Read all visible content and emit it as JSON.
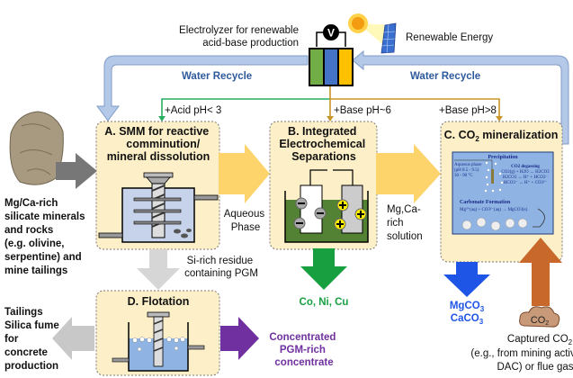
{
  "electrolyzer": {
    "label_line1": "Electrolyzer for renewable",
    "label_line2": "acid-base production",
    "voltmeter": "V"
  },
  "renewable_energy": "Renewable Energy",
  "water_recycle_left": "Water Recycle",
  "water_recycle_right": "Water Recycle",
  "streams": {
    "acid": "+Acid pH< 3",
    "base6": "+Base pH~6",
    "base8": "+Base pH>8"
  },
  "feed": {
    "lines": [
      "Mg/Ca-rich",
      "silicate minerals",
      "and rocks",
      "(e.g. olivine,",
      "serpentine) and",
      "mine tailings"
    ]
  },
  "box_a": {
    "title": [
      "A. SMM for reactive",
      "comminution/",
      "mineral dissolution"
    ]
  },
  "box_b": {
    "title": [
      "B. Integrated",
      "Electrochemical",
      "Separations"
    ]
  },
  "box_c": {
    "title": "C. CO",
    "title_sub": "2",
    "title_rest": " mineralization",
    "precipitation": "Precipitation",
    "aqueous": [
      "Aqueous phase",
      "(pH 8.5 - 9.5)",
      "30 - 90 °C"
    ],
    "degassing": "CO2 degassing",
    "eqs": [
      "CO2(g) + H2O ↔ H2CO3",
      "H2CO3 ↔ H⁺ + HCO3⁻",
      "HCO3⁻ ↔ H⁺ + CO3²⁻"
    ],
    "carbonate_formation": "Carbonate Formation",
    "carbonate_eq": "Mg²⁺(aq) + CO3²⁻(aq) → MgCO3(s)"
  },
  "box_d": {
    "title": "D. Flotation"
  },
  "aqueous_phase": [
    "Aqueous",
    "Phase"
  ],
  "mgca_solution": [
    "Mg,Ca-",
    "rich",
    "solution"
  ],
  "si_residue": [
    "Si-rich residue",
    "containing PGM"
  ],
  "metals": "Co, Ni, Cu",
  "carbonates": {
    "line1": "MgCO",
    "line1_sub": "3",
    "line2": "CaCO",
    "line2_sub": "3"
  },
  "co2_cloud": {
    "text": "CO",
    "sub": "2"
  },
  "captured": {
    "line1": "Captured CO",
    "line1_sub": "2",
    "lines": [
      "(e.g., from mining activities,",
      "DAC) or flue gas"
    ]
  },
  "tailings": [
    "Tailings",
    "Silica fume",
    "for",
    "concrete",
    "production"
  ],
  "pgm": [
    "Concentrated",
    "PGM-rich",
    "concentrate"
  ],
  "colors": {
    "box_fill": "#fdf0c8",
    "water": "#b4c8e8",
    "water_text": "#2e5a9c",
    "acid_line": "#27ae60",
    "base_line": "#c8962a",
    "yellow_arrow": "#fdd36b",
    "green": "#18a040",
    "blue": "#1f55e6",
    "purple": "#7030a0",
    "orange": "#c8682a",
    "gray_arrow": "#b8b8b8"
  }
}
